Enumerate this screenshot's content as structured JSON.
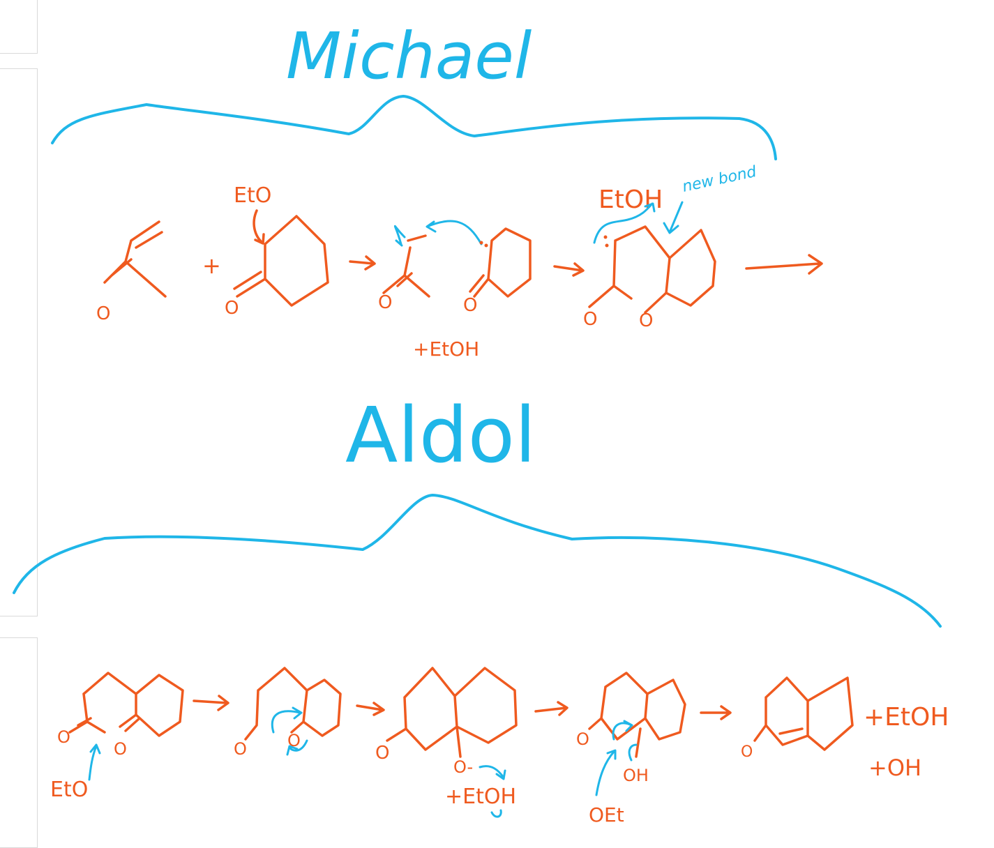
{
  "colors": {
    "blue": "#1fb6e8",
    "orange": "#ef5a1f",
    "panel_border": "#d9d9d9"
  },
  "michael": {
    "title": "Michael",
    "eto": "EtO",
    "etoh": "EtOH",
    "new_bond": "new bond",
    "plus": "+",
    "plus_etoh": "+EtOH",
    "o_labels": [
      "O",
      "O",
      "O",
      "O",
      "O",
      "O"
    ]
  },
  "aldol": {
    "title": "Aldol",
    "eto": "EtO",
    "o_minus": "O-",
    "plus_etoh_mid": "+EtOH",
    "oh": "OH",
    "oet": "OEt",
    "plus_etoh_end": "+EtOH",
    "plus_oh_end": "+OH",
    "o_labels": [
      "O",
      "O",
      "O",
      "O",
      "O",
      "O"
    ]
  }
}
